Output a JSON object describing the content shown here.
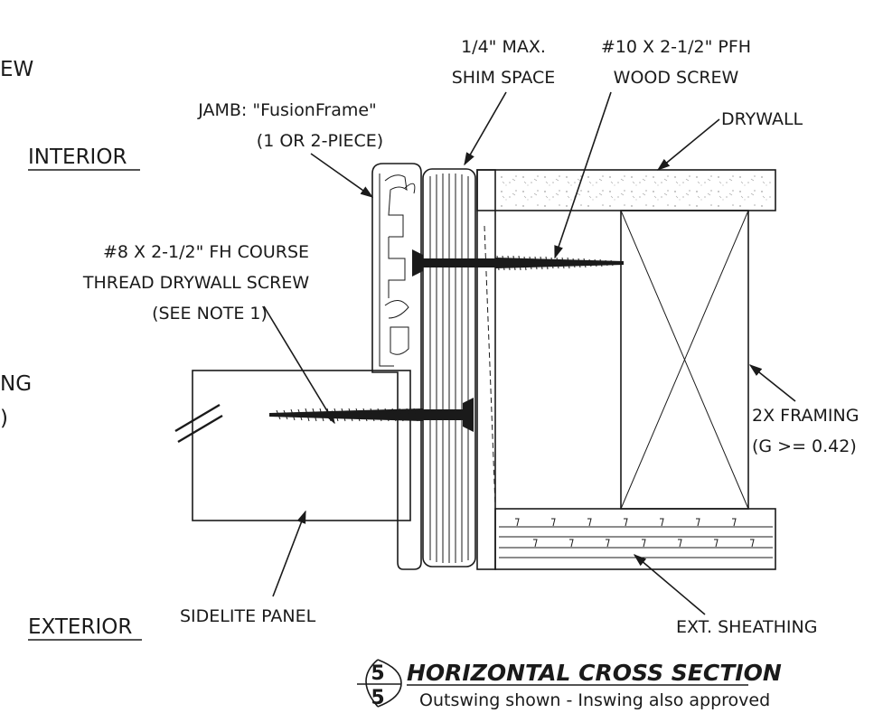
{
  "side_labels": {
    "interior": "INTERIOR",
    "exterior": "EXTERIOR",
    "edge_cut_1": "EW",
    "edge_cut_2": "NG",
    "edge_cut_3": ")"
  },
  "callouts": {
    "shim_line1": "1/4\" MAX.",
    "shim_line2": "SHIM SPACE",
    "wood_screw_line1": "#10 X 2-1/2\" PFH",
    "wood_screw_line2": "WOOD SCREW",
    "jamb_line1": "JAMB: \"FusionFrame\"",
    "jamb_line2": "(1 OR 2-PIECE)",
    "drywall": "DRYWALL",
    "drywall_screw_line1": "#8 X 2-1/2\" FH COURSE",
    "drywall_screw_line2": "THREAD DRYWALL SCREW",
    "drywall_screw_line3": "(SEE NOTE 1)",
    "framing_line1": "2X FRAMING",
    "framing_line2": "(G >= 0.42)",
    "sidelite": "SIDELITE PANEL",
    "sheathing": "EXT. SHEATHING"
  },
  "title_block": {
    "detail_number": "5",
    "sheet_number": "5",
    "title": "HORIZONTAL CROSS SECTION",
    "subtitle": "Outswing shown - Inswing also approved"
  }
}
